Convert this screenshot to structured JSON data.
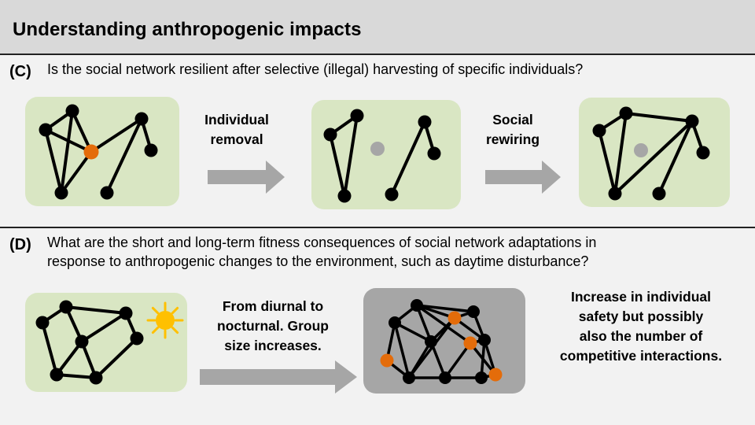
{
  "header": {
    "title": "Understanding anthropogenic impacts"
  },
  "section_c": {
    "label": "(C)",
    "question": "Is the social network resilient after selective (illegal) harvesting of specific individuals?",
    "step1": {
      "line1": "Individual",
      "line2": "removal"
    },
    "step2": {
      "line1": "Social",
      "line2": "rewiring"
    }
  },
  "section_d": {
    "label": "(D)",
    "question_line1": "What are the short and long-term fitness consequences of social network adaptations in",
    "question_line2": "response to anthropogenic changes to the environment, such as daytime disturbance?",
    "step": {
      "line1": "From diurnal to",
      "line2": "nocturnal. Group",
      "line3": "size increases."
    },
    "outcome": {
      "line1": "Increase in individual",
      "line2": "safety but possibly",
      "line3": "also the number of",
      "line4": "competitive interactions."
    }
  },
  "colors": {
    "panel_green": "#d9e6c3",
    "panel_gray": "#a6a6a6",
    "node": "#000000",
    "focal_node": "#e46c0a",
    "removed_node": "#a6a6a6",
    "arrow": "#a6a6a6",
    "sun": "#ffc000",
    "moon": "#ffe699"
  },
  "icons": {
    "sun": "sun-icon",
    "moon": "crescent-moon-icon"
  }
}
